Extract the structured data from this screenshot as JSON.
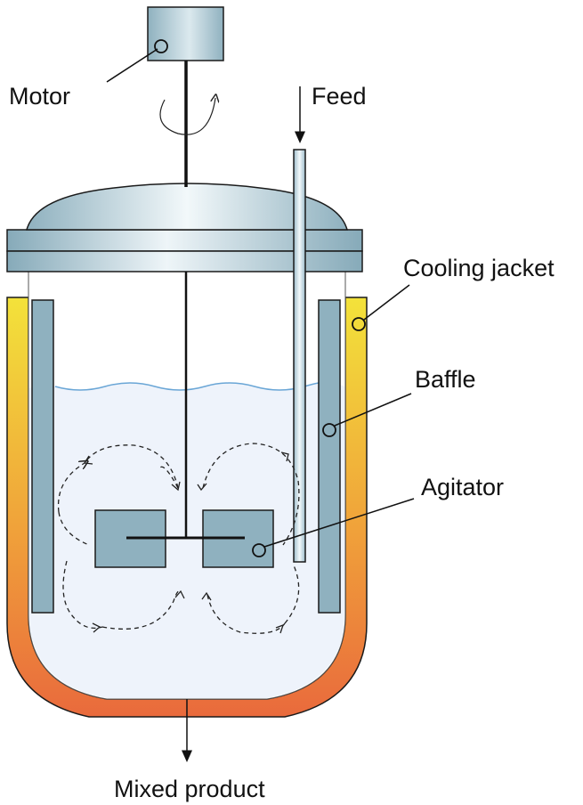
{
  "labels": {
    "motor": "Motor",
    "feed": "Feed",
    "cooling_jacket": "Cooling jacket",
    "baffle": "Baffle",
    "agitator": "Agitator",
    "mixed_product": "Mixed product"
  },
  "colors": {
    "steel": "#8fb1bf",
    "steel_light": "#e9f2f5",
    "steel_dark": "#6f93a3",
    "liquid": "#eef3fb",
    "liquid_surface": "#6aa6d6",
    "jacket_top": "#f3e23a",
    "jacket_mid": "#f0a13a",
    "jacket_bottom": "#e96a3c",
    "outline": "#1a1a1a"
  }
}
